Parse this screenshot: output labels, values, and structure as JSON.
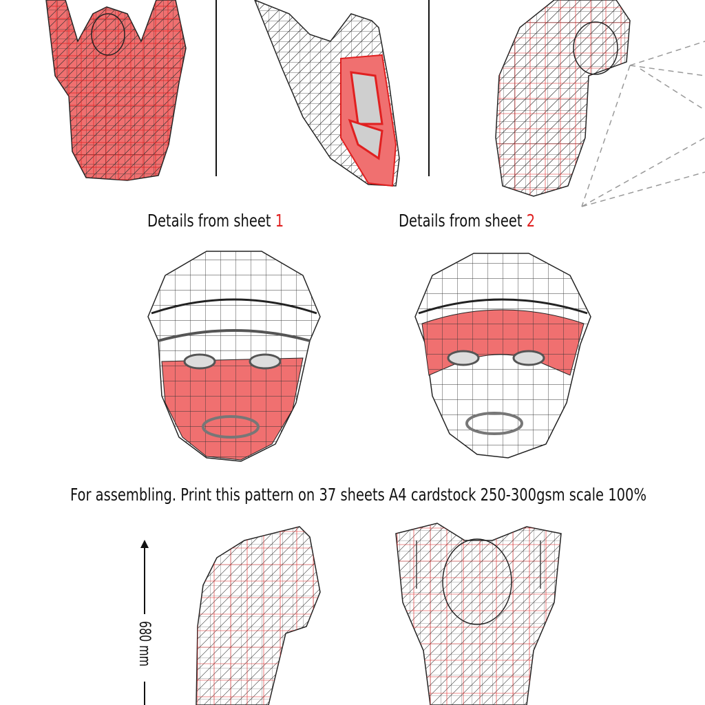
{
  "captions": {
    "sheet1_prefix": "Details from sheet ",
    "sheet1_number": "1",
    "sheet2_prefix": "Details from sheet ",
    "sheet2_number": "2",
    "instructions": "For assembling. Print this pattern on 37 sheets A4 cardstock 250-300gsm scale 100%"
  },
  "dimension": {
    "label": "680 mm"
  },
  "colors": {
    "highlight": "#e02020",
    "fill": "#f26b6b",
    "wire": "#222222",
    "dashed": "#999999"
  },
  "icons": {
    "dimension_arrow": "arrow-up-icon"
  }
}
